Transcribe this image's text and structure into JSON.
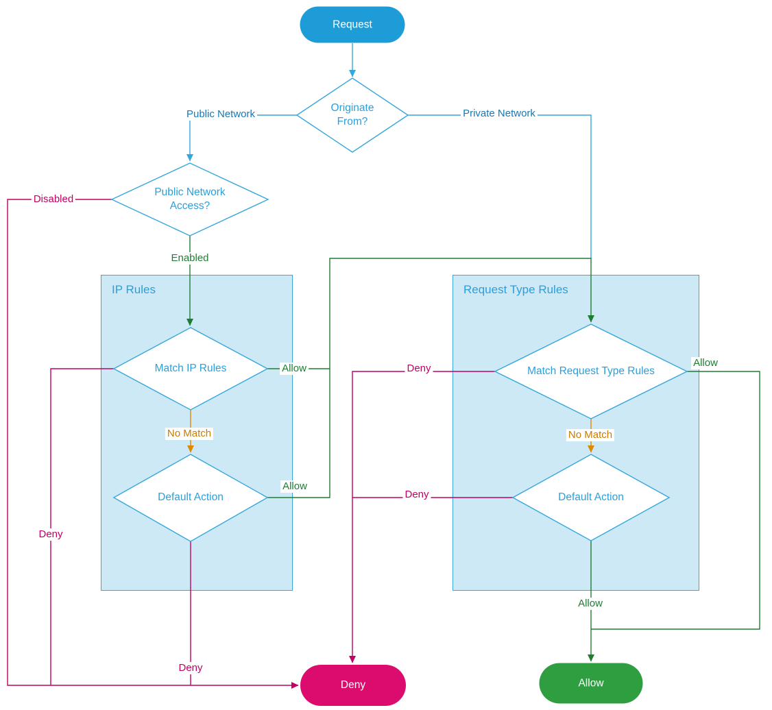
{
  "palette": {
    "blue": "#35A7DC",
    "blue_text": "#2B9FD9",
    "blue_dark_text": "#1778B4",
    "node_blue": "#1E9CD7",
    "box_fill": "#CDE9F6",
    "green": "#1E7D32",
    "node_green": "#2F9E41",
    "magenta": "#C00063",
    "node_magenta": "#DC0C6E",
    "orange": "#DD8A00",
    "orange_text": "#C87B00"
  },
  "nodes": {
    "request": "Request",
    "originate_from": "Originate From?",
    "public_network_access": "Public Network Access?",
    "match_ip_rules": "Match IP Rules",
    "default_action_ip": "Default Action",
    "match_request_type_rules": "Match Request Type Rules",
    "default_action_request_type": "Default Action",
    "deny": "Deny",
    "allow": "Allow"
  },
  "groups": {
    "ip_rules": {
      "label": "IP Rules"
    },
    "request_type_rules": {
      "label": "Request Type Rules"
    }
  },
  "edge_labels": {
    "public_network": "Public Network",
    "private_network": "Private Network",
    "disabled": "Disabled",
    "enabled": "Enabled",
    "allow_match_ip": "Allow",
    "no_match_ip": "No Match",
    "allow_default_ip": "Allow",
    "deny_match_ip": "Deny",
    "deny_default_ip": "Deny",
    "deny_match_rt": "Deny",
    "deny_default_rt": "Deny",
    "no_match_rt": "No Match",
    "allow_match_rt": "Allow",
    "allow_final": "Allow"
  }
}
